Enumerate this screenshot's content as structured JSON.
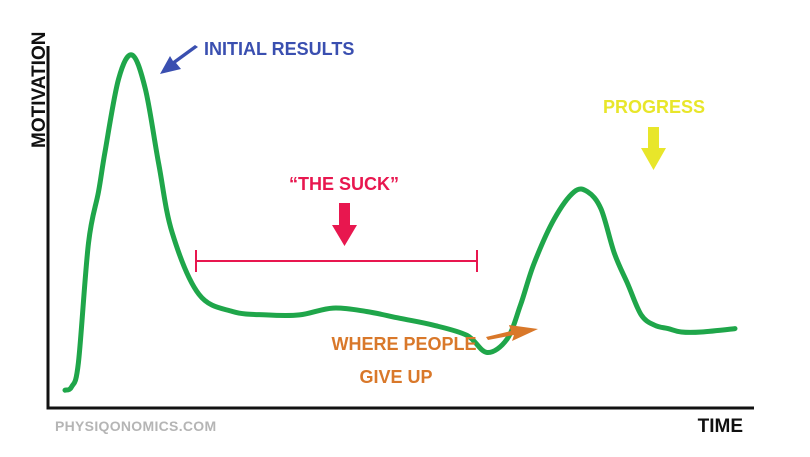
{
  "chart_data": {
    "type": "line",
    "title": "",
    "xlabel": "TIME",
    "ylabel": "MOTIVATION",
    "grid": false,
    "legend": "none",
    "series": [
      {
        "x": [
          0,
          0.01,
          0.02,
          0.035,
          0.05,
          0.06,
          0.08,
          0.1,
          0.12,
          0.14,
          0.16,
          0.2,
          0.25,
          0.3,
          0.35,
          0.4,
          0.45,
          0.5,
          0.55,
          0.6,
          0.63,
          0.66,
          0.68,
          0.7,
          0.73,
          0.76,
          0.78,
          0.8,
          0.82,
          0.84,
          0.86,
          0.88,
          0.9,
          0.92,
          0.95,
          1.0
        ],
        "values": [
          0.02,
          0.03,
          0.1,
          0.45,
          0.6,
          0.72,
          0.93,
          1.0,
          0.9,
          0.68,
          0.48,
          0.3,
          0.25,
          0.24,
          0.24,
          0.26,
          0.25,
          0.23,
          0.21,
          0.18,
          0.13,
          0.17,
          0.27,
          0.39,
          0.52,
          0.6,
          0.6,
          0.55,
          0.42,
          0.33,
          0.24,
          0.21,
          0.2,
          0.19,
          0.19,
          0.2
        ]
      }
    ],
    "colors": {
      "curve": "#1fa64a",
      "axis": "#111111",
      "initial_results": "#3a4fb0",
      "the_suck": "#e8174f",
      "where_people_give_up": "#d9782a",
      "progress": "#e8e62a",
      "watermark": "#b5b5b5"
    },
    "annotations": {
      "initial_results": "INITIAL RESULTS",
      "the_suck": "“THE SUCK”",
      "where_people_give_up": [
        "WHERE PEOPLE",
        "GIVE UP"
      ],
      "progress": "PROGRESS",
      "watermark": "PHYSIQONOMICS.COM"
    }
  }
}
